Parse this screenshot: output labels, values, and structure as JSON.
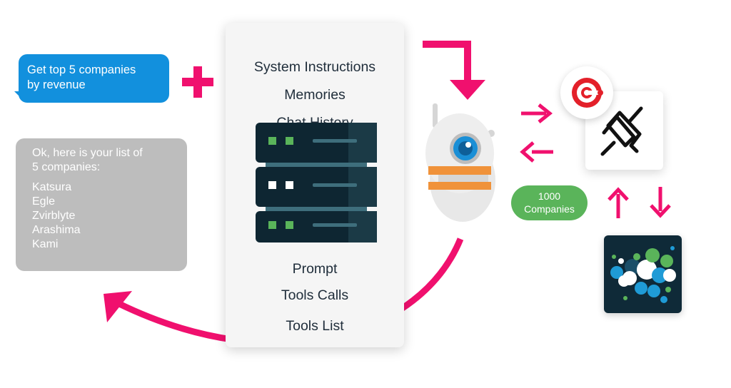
{
  "user_message": {
    "line1": "Get top 5 companies",
    "line2": "by revenue"
  },
  "context_panel": {
    "items_top": [
      "System Instructions",
      "Memories",
      "Chat History"
    ],
    "items_bottom": [
      "Prompt",
      "Tools Calls",
      "Tools List"
    ]
  },
  "reply_message": {
    "line1": "Ok, here is your list of",
    "line2": "5 companies:",
    "companies": [
      "Katsura",
      "Egle",
      "Zvirblyte",
      "Arashima",
      "Kami"
    ]
  },
  "result_badge": {
    "line1": "1000",
    "line2": "Companies"
  },
  "icons": [
    "plus-icon",
    "server-icon",
    "robot-icon",
    "tool-logo-red-icon",
    "tool-logo-coil-icon",
    "database-bubbles-icon"
  ],
  "colors": {
    "arrow": "#f0106e",
    "user_bubble": "#1290dd",
    "reply_bubble": "#bdbdbd",
    "badge": "#5ab45a",
    "server_dark": "#0e2632",
    "server_mid": "#3e6e7c",
    "robot_orange": "#f0923a",
    "robot_eye": "#1a8fd6",
    "logo_red": "#e3202a"
  }
}
